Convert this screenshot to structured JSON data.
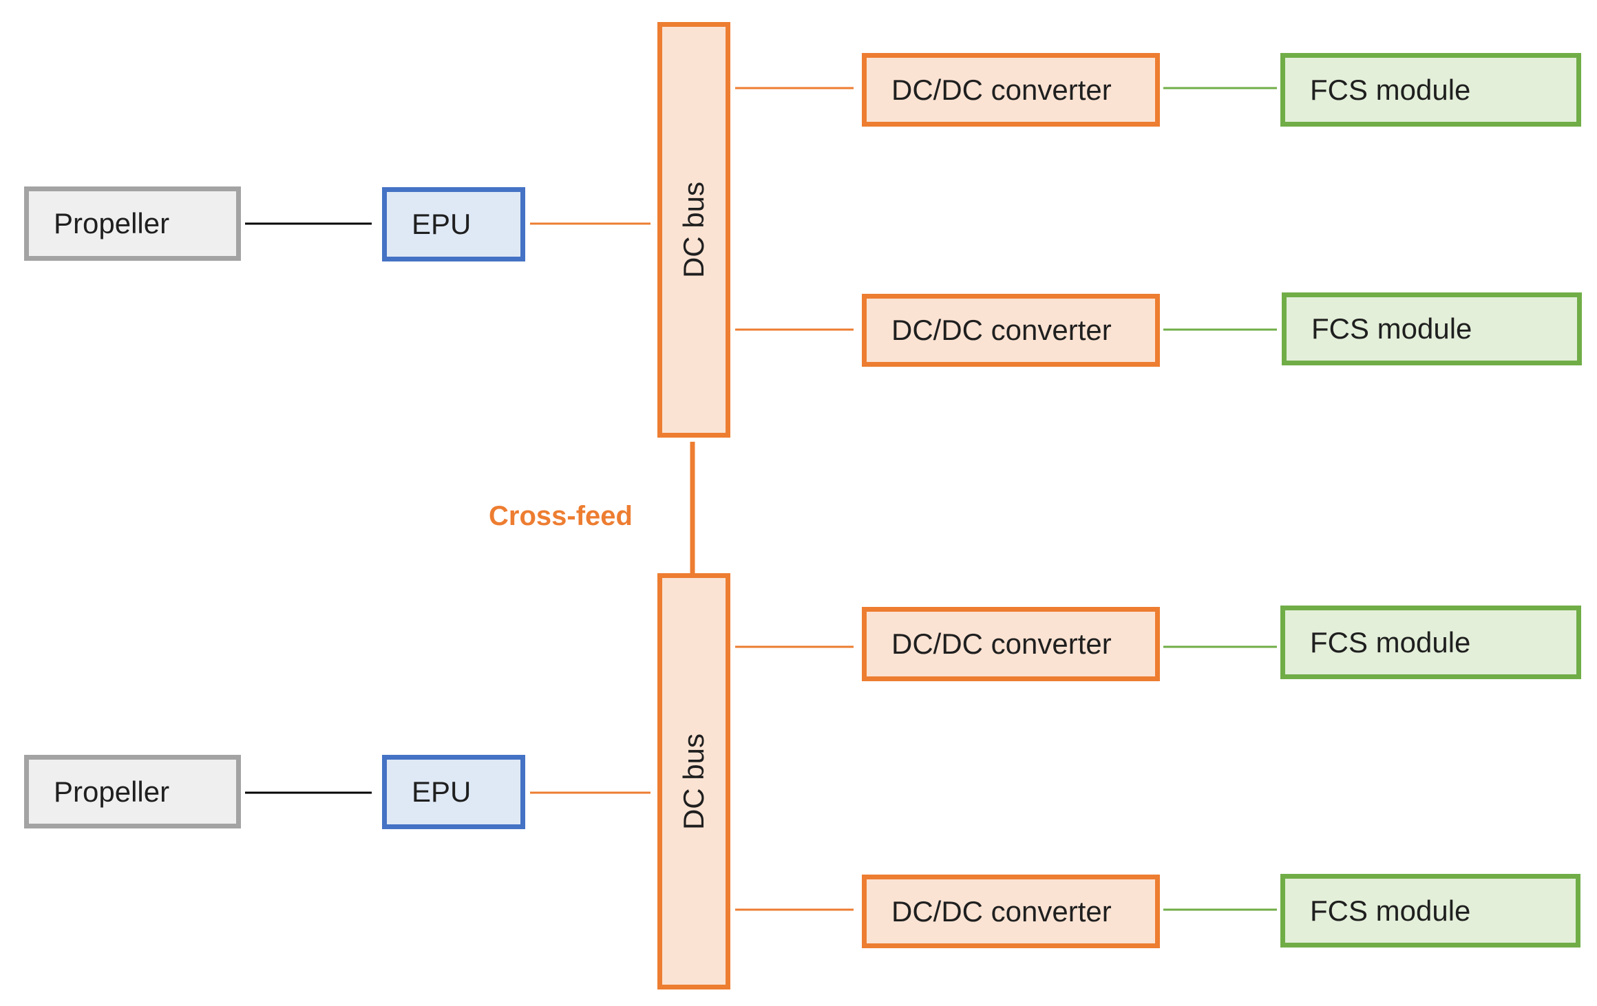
{
  "colors": {
    "propeller_border": "#a3a3a3",
    "epu_border": "#4472c4",
    "power_orange": "#ed7d31",
    "fcs_green": "#70ad47",
    "mech_link": "#000000"
  },
  "upper": {
    "propeller": "Propeller",
    "epu": "EPU",
    "bus": "DC bus",
    "converters": [
      "DC/DC converter",
      "DC/DC converter"
    ],
    "fcs_modules": [
      "FCS module",
      "FCS module"
    ]
  },
  "crossfeed": "Cross-feed",
  "lower": {
    "propeller": "Propeller",
    "epu": "EPU",
    "bus": "DC bus",
    "converters": [
      "DC/DC converter",
      "DC/DC converter"
    ],
    "fcs_modules": [
      "FCS module",
      "FCS module"
    ]
  }
}
